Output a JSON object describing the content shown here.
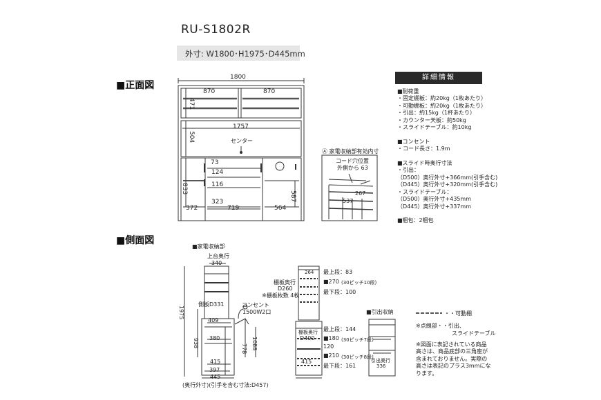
{
  "title": "RU-S1802R",
  "external_dims": "外寸: W1800･H1975･D445mm",
  "sections": {
    "front": "■正面図",
    "side": "■側面図"
  },
  "front": {
    "w_total": "1800",
    "upper_left": "870",
    "upper_right": "870",
    "upper_h": "471",
    "mid_w": "1757",
    "mid_h": "504",
    "center": "センター",
    "d73": "73",
    "d124": "124",
    "d116": "116",
    "d323": "323",
    "low_h": "833",
    "low_right_h": "587",
    "b372": "372",
    "b719": "719",
    "b564": "564",
    "marker": "Ⓐ"
  },
  "inset": {
    "heading": "Ⓐ 家電収納部有効内寸",
    "note_line1": "コード穴位置",
    "note_line2": "外側から 63",
    "d267": "267",
    "d537": "537"
  },
  "detail": {
    "header": "詳細情報",
    "text": "■耐荷重\n・固定棚板：約20kg（1枚あたり）\n・可動棚板：約20kg（1枚あたり）\n・引出：約15kg（1杯あたり）\n・カウンター天板：約50kg\n・スライドテーブル：約10kg\n\n■コンセント\n・コード長さ：1.9m\n\n■スライド時奥行寸法\n・引出：\n（D500）奥行外寸+366mm(引手含む)\n（D445）奥行外寸+320mm(引手含む)\n・スライドテーブル：\n（D500）奥行外寸+435mm\n（D445）奥行外寸+337mm\n\n■梱包：2梱包"
  },
  "side": {
    "sub_heading": "■家電収納部",
    "top_depth_label": "上台奥行",
    "top_depth": "340",
    "side_d": "側板D331",
    "outlet_line1": "コンセント",
    "outlet_line2": "1500W2口",
    "h1975": "1975",
    "d409": "409",
    "d380": "380",
    "h938": "938",
    "h778": "778",
    "h1088": "1088",
    "d415": "415",
    "d397": "397",
    "d445": "445",
    "caption": "(奥行外寸)(引手を含む寸法:D457)"
  },
  "shelf": {
    "top_264": "264",
    "top_83": "最上段：83",
    "pitch_270": "■270",
    "pitch_270_note": "(30ピッチ10段)",
    "shelf_depth_l1": "棚板奥行",
    "shelf_depth_l2": "D260",
    "shelf_count": "※棚板枚数 4枚",
    "bottom_100": "最下段：100",
    "top_144": "最上段：144",
    "sd_l1": "棚板奥行",
    "sd_l2": "D400",
    "pitch_180": "■180",
    "pitch_180_note": "(30ピッチ7段)",
    "v120": "120",
    "pitch_210": "■210",
    "pitch_210_note": "(30ピッチ8段)",
    "d415": "415",
    "bottom_161": "最下段：161"
  },
  "drawer": {
    "heading": "■引出収納",
    "inner_l1": "引出奥行",
    "inner_l2": "336"
  },
  "legend": {
    "movable": "・・可動棚",
    "dotted_l1": "※点線部・・引出、",
    "dotted_l2": "スライドテーブル"
  },
  "notes": "※図面に表記されている商品\n高さは、商品底部の三角座が\n含まれておりません。実際の\n高さは表記のプラス3mmにな\nります。"
}
